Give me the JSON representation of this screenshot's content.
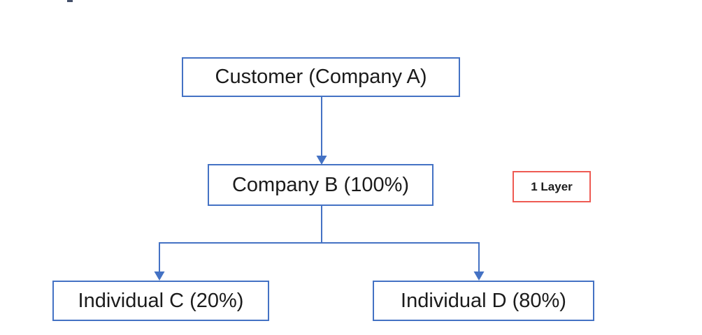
{
  "diagram": {
    "type": "flowchart",
    "colors": {
      "node_border": "#4472c4",
      "connector": "#4472c4",
      "annotation_border": "#ee5a52",
      "text": "#1b1b1b",
      "background": "#ffffff"
    },
    "nodes": [
      {
        "id": "customer",
        "label": "Customer (Company A)"
      },
      {
        "id": "company-b",
        "label": "Company B (100%)"
      },
      {
        "id": "individual-c",
        "label": "Individual C (20%)"
      },
      {
        "id": "individual-d",
        "label": "Individual D (80%)"
      }
    ],
    "edges": [
      {
        "from": "customer",
        "to": "company-b",
        "arrow": true
      },
      {
        "from": "company-b",
        "to": "individual-c",
        "arrow": true
      },
      {
        "from": "company-b",
        "to": "individual-d",
        "arrow": true
      }
    ],
    "annotation": {
      "label": "1 Layer"
    }
  }
}
